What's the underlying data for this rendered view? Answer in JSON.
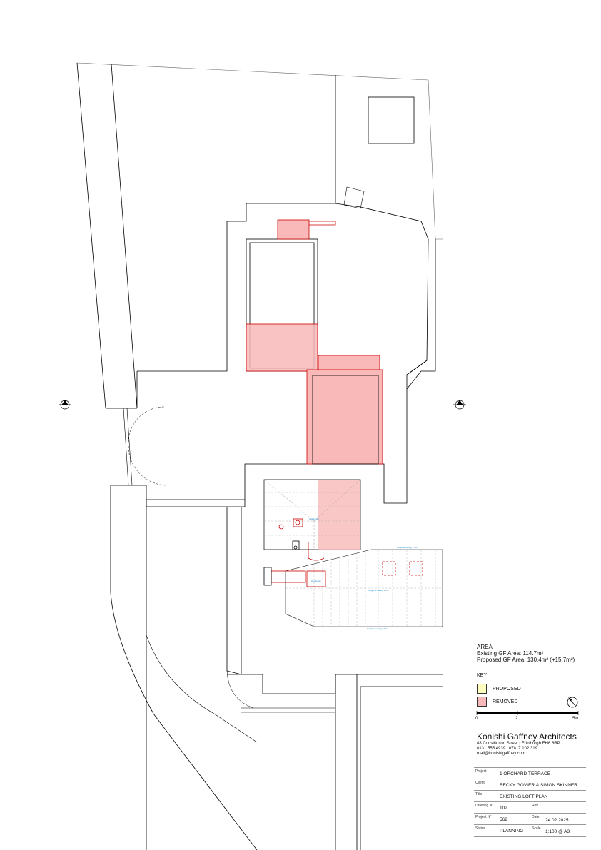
{
  "area": {
    "heading": "AREA",
    "existing": "Existing GF Area: 114.7m²",
    "proposed": "Proposed GF Area: 130.4m² (+15.7m²)"
  },
  "key": {
    "heading": "KEY",
    "proposed_label": "PROPOSED",
    "removed_label": "REMOVED",
    "proposed_color": "#ffffc0",
    "removed_color": "#f9b9b9"
  },
  "scale_bar": {
    "ticks": [
      "0",
      "2",
      "5m"
    ]
  },
  "firm": {
    "name": "Konishi Gaffney Architects",
    "address": "88 Constitution Street | Edinburgh EH6 6RP",
    "phones": "0131 555 4939 | 07817 102 319",
    "email": "mail@konishigaffney.com"
  },
  "title_block": {
    "project_label": "Project",
    "project": "1 ORCHARD TERRACE",
    "client_label": "Client",
    "client": "BECKY GOVIER & SIMON SKINNER",
    "title_label": "Title",
    "title": "EXISTING LOFT PLAN",
    "drawing_label": "Drawing N°",
    "drawing": "102",
    "rev_label": "Rev",
    "rev": "",
    "project_no_label": "Project N°",
    "project_no": "562",
    "date_label": "Date",
    "date": "24.02.2025",
    "status_label": "Status",
    "status": "PLANNING",
    "scale_label": "Scale",
    "scale": "1:100 @ A3"
  },
  "icons": [
    "section-marker-icon",
    "north-arrow-icon"
  ]
}
